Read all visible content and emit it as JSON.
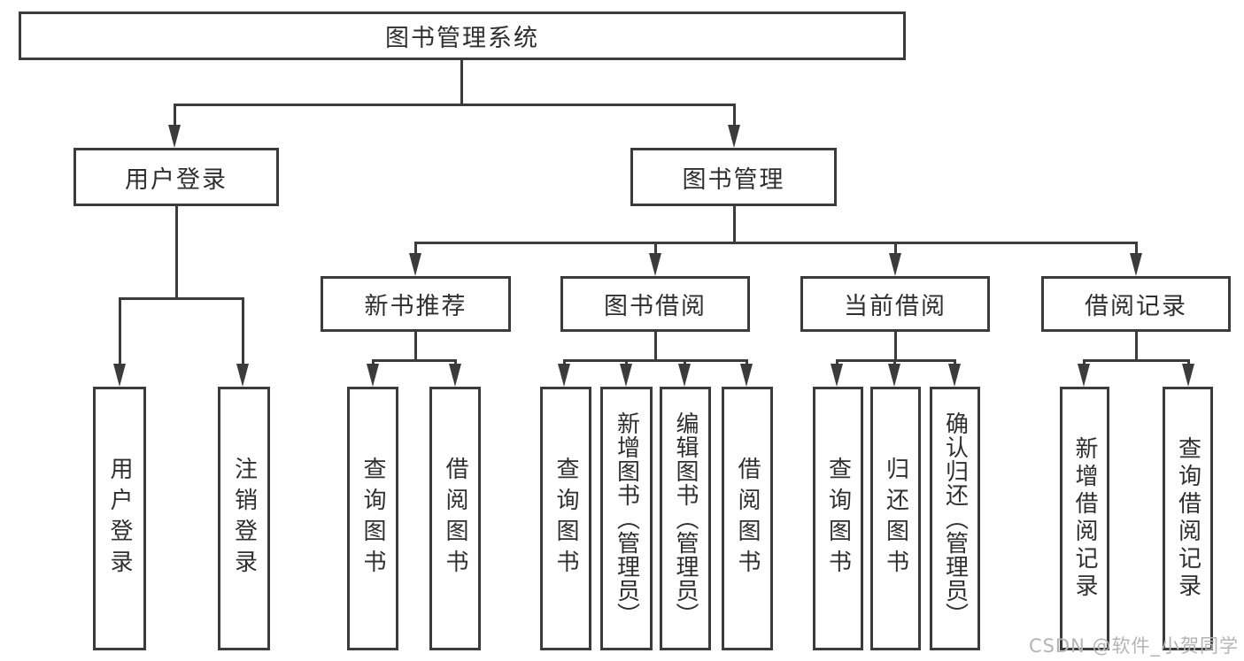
{
  "title": "图书管理系统",
  "tree": {
    "label": "图书管理系统",
    "children": [
      {
        "label": "用户登录",
        "children": [
          {
            "label": "用户登录"
          },
          {
            "label": "注销登录"
          }
        ]
      },
      {
        "label": "图书管理",
        "children": [
          {
            "label": "新书推荐",
            "children": [
              {
                "label": "查询图书"
              },
              {
                "label": "借阅图书"
              }
            ]
          },
          {
            "label": "图书借阅",
            "children": [
              {
                "label": "查询图书"
              },
              {
                "label": "新增图书（管理员）"
              },
              {
                "label": "编辑图书（管理员）"
              },
              {
                "label": "借阅图书"
              }
            ]
          },
          {
            "label": "当前借阅",
            "children": [
              {
                "label": "查询图书"
              },
              {
                "label": "归还图书"
              },
              {
                "label": "确认归还（管理员）"
              }
            ]
          },
          {
            "label": "借阅记录",
            "children": [
              {
                "label": "新增借阅记录"
              },
              {
                "label": "查询借阅记录"
              }
            ]
          }
        ]
      }
    ]
  },
  "watermark": {
    "text": "CSDN @软件_小贺同学",
    "color": "#b4b4b4"
  },
  "colors": {
    "line": "#3b3b3b",
    "text": "#2f2f2f",
    "background": "#ffffff"
  }
}
